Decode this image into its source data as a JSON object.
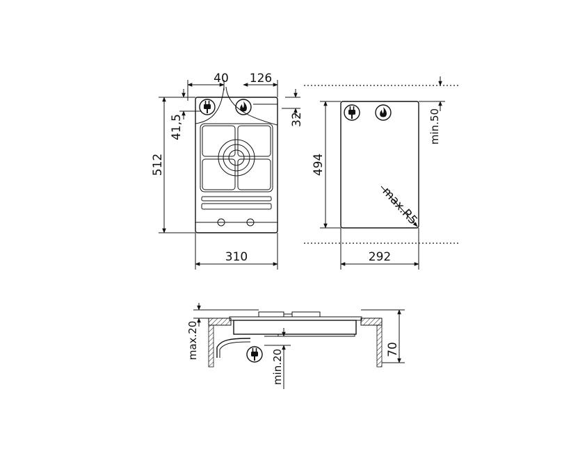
{
  "top_view": {
    "offset_plug": "40",
    "offset_gas": "126",
    "gas_depth": "32",
    "plug_depth": "41,5",
    "depth": "512",
    "width": "310"
  },
  "cutout_view": {
    "depth": "494",
    "width": "292",
    "clearance": "min.50",
    "corner_radius": "max.R5"
  },
  "side_view": {
    "top_clearance": "max.20",
    "bottom_clearance": "min.20",
    "height": "70"
  },
  "icons": {
    "plug": "plug-icon",
    "gas": "gas-flame-icon"
  }
}
